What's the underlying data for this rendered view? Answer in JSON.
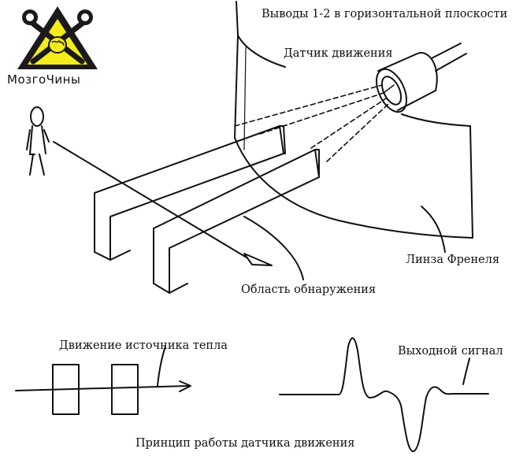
{
  "logo": {
    "text": "МозгоЧины",
    "color_yellow": "#f4ec1c",
    "color_dark": "#1a1a1a"
  },
  "labels": {
    "pins": "Выводы 1-2 в горизонтальной плоскости",
    "sensor": "Датчик движения",
    "lens": "Линза Френеля",
    "area": "Область обнаружения",
    "heat_motion": "Движение источника тепла",
    "output": "Выходной сигнал",
    "principle": "Принцип работы датчика движения"
  }
}
